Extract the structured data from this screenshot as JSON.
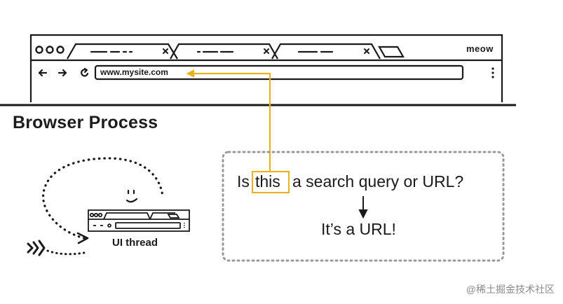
{
  "diagram": {
    "title": "Browser Process",
    "browser_window": {
      "brand": "meow",
      "url": "www.mysite.com",
      "tab_count": 3
    },
    "question": {
      "prefix": "Is",
      "highlighted": "this",
      "suffix": "a search query or URL?"
    },
    "answer": "It’s a URL!",
    "thread_label": "UI thread",
    "watermark": "@稀土掘金技术社区",
    "colors": {
      "highlight": "#e8b21f",
      "ink": "#1a1a1a",
      "dashed_border": "#9a9a9a"
    }
  }
}
